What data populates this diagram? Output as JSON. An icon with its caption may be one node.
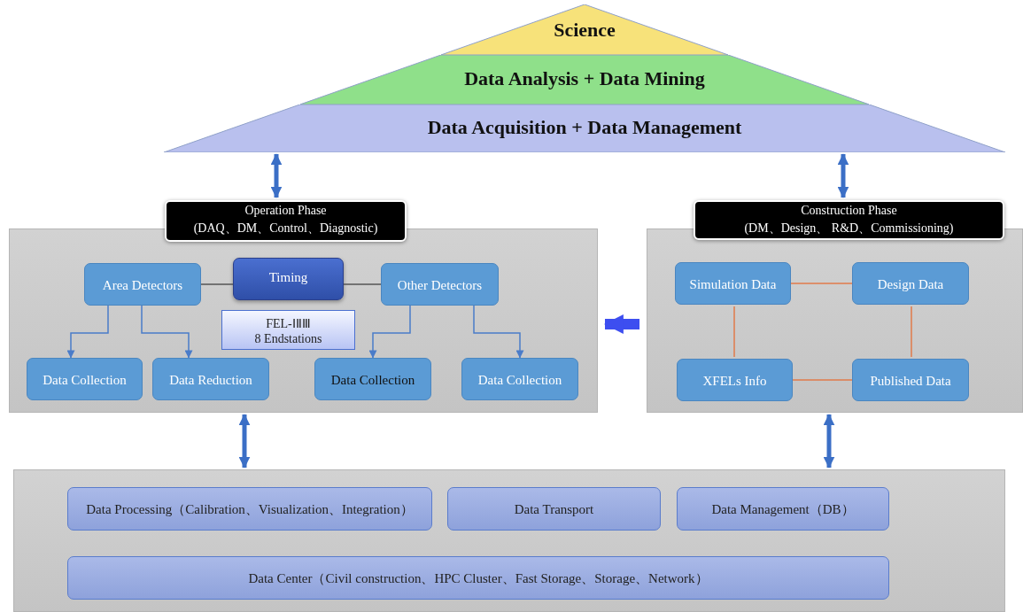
{
  "diagram": {
    "nodes": [
      {
        "text": [
          "Science"
        ]
      },
      {
        "text": [
          "Data Analysis + Data Mining"
        ]
      },
      {
        "text": [
          "Data Acquisition + Data Management"
        ]
      },
      {
        "text": [
          "Operation Phase",
          "(DAQ、DM、Control、Diagnostic)"
        ]
      },
      {
        "text": [
          "Area Detectors"
        ],
        "in": 3
      },
      {
        "text": [
          "Timing"
        ],
        "in": 3
      },
      {
        "text": [
          "Other Detectors"
        ],
        "in": 3
      },
      {
        "text": [
          "FEL-ⅠⅡⅢ",
          "8 Endstations"
        ],
        "in": 3
      },
      {
        "text": [
          "Data Collection"
        ],
        "in": 3
      },
      {
        "text": [
          "Data Reduction"
        ],
        "in": 3
      },
      {
        "text": [
          "Data Collection"
        ],
        "in": 3
      },
      {
        "text": [
          "Data Collection"
        ],
        "in": 3
      },
      {
        "text": [
          "Construction Phase",
          "(DM、Design、 R&D、Commissioning)"
        ]
      },
      {
        "text": [
          "Simulation Data"
        ],
        "in": 12
      },
      {
        "text": [
          "Design Data"
        ],
        "in": 12
      },
      {
        "text": [
          "XFELs Info"
        ],
        "in": 12
      },
      {
        "text": [
          "Published Data"
        ],
        "in": 12
      },
      {
        "text": [],
        "shape": "box"
      },
      {
        "text": [
          "Data Processing（Calibration、Visualization、Integration）"
        ],
        "in": 17
      },
      {
        "text": [
          "Data Transport"
        ],
        "in": 17
      },
      {
        "text": [
          "Data Management（DB）"
        ],
        "in": 17
      },
      {
        "text": [
          "Data Center（Civil construction、HPC Cluster、Fast Storage、Storage、Network）"
        ],
        "in": 17
      }
    ],
    "edges": [
      {
        "from": 2,
        "to": 3,
        "arrow": "both",
        "style": "thick",
        "color": "#3b6fc6"
      },
      {
        "from": 2,
        "to": 12,
        "arrow": "both",
        "style": "thick",
        "color": "#3b6fc6"
      },
      {
        "from": 4,
        "to": 5,
        "arrow": "none",
        "color": "#555555"
      },
      {
        "from": 5,
        "to": 6,
        "arrow": "none",
        "color": "#555555"
      },
      {
        "from": 4,
        "to": 8,
        "arrow": "to",
        "color": "#4a7cc9"
      },
      {
        "from": 4,
        "to": 9,
        "arrow": "to",
        "color": "#4a7cc9"
      },
      {
        "from": 6,
        "to": 10,
        "arrow": "to",
        "color": "#4a7cc9"
      },
      {
        "from": 6,
        "to": 11,
        "arrow": "to",
        "color": "#4a7cc9"
      },
      {
        "from": 12,
        "to": 3,
        "arrow": "to",
        "style": "thick",
        "color": "#3d4ef0"
      },
      {
        "from": 13,
        "to": 14,
        "arrow": "none",
        "color": "#e07a4a"
      },
      {
        "from": 13,
        "to": 15,
        "arrow": "none",
        "color": "#e07a4a"
      },
      {
        "from": 14,
        "to": 16,
        "arrow": "none",
        "color": "#e07a4a"
      },
      {
        "from": 15,
        "to": 16,
        "arrow": "none",
        "color": "#e07a4a"
      },
      {
        "from": 3,
        "to": 17,
        "arrow": "both",
        "style": "thick",
        "color": "#3b6fc6"
      },
      {
        "from": 12,
        "to": 17,
        "arrow": "both",
        "style": "thick",
        "color": "#3b6fc6"
      }
    ]
  }
}
